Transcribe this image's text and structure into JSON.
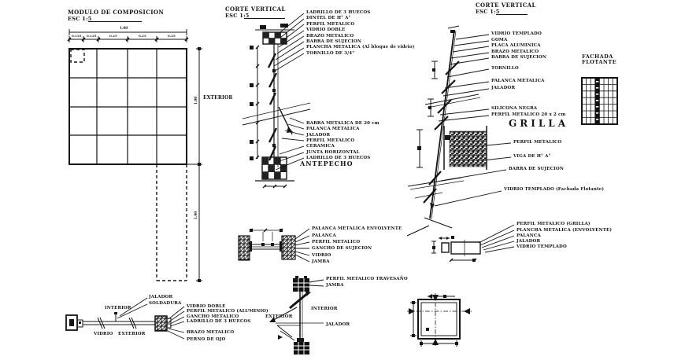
{
  "accent_color": "#151515",
  "background_color": "#ffffff",
  "modulo": {
    "title": "MODULO DE COMPOSICION",
    "esc": "ESC 1:5",
    "dim_total": "1.00",
    "dims": [
      "0.125",
      "0.125",
      "0.25",
      "0.25",
      "0.25"
    ],
    "dim_right_top": "1.00",
    "dim_right_bottom": "1.00"
  },
  "corte1": {
    "title": "CORTE VERTICAL",
    "esc": "ESC 1:5",
    "exterior": "EXTERIOR",
    "antepecho": "ANTEPECHO",
    "labels_top": [
      "LADRILLO DE 3 HUECOS",
      "DINTEL DE H° A°",
      "PERFIL METALICO",
      "VIDRIO DOBLE",
      "BRAZO METALICO",
      "BARRA DE SUJECION",
      "PLANCHA METALICA (Al bloque de vidrio)",
      "TORNILLO DE 3/4\""
    ],
    "labels_bottom": [
      "BARRA METALICA DE 20 cm",
      "PALANCA METALICA",
      "JALADOR",
      "PERFIL METALICO",
      "CERAMICA",
      "JUNTA HORIZONTAL",
      "LADRILLO DE 3 HUECOS"
    ]
  },
  "corte2": {
    "title": "CORTE VERTICAL",
    "esc": "ESC 1:5",
    "grilla": "GRILLA",
    "labels_top": [
      "VIDRIO TEMPLADO",
      "GOMA",
      "PLACA ALUMINICA",
      "BRAZO METALICO",
      "BARRA DE SUJECION",
      "TORNILLO"
    ],
    "labels_mid": [
      "PALANCA METALICA",
      "JALADOR"
    ],
    "labels_sil": [
      "SILICONA NEGRA",
      "PERFIL METALICO 20 x 2 cm"
    ],
    "labels_low": [
      "PERFIL METALICO",
      "VIGA DE H° A°",
      "BARRA DE SUJECION",
      "VIDRIO TEMPLADO (Fachada Flotante)"
    ]
  },
  "fachada": {
    "line1": "FACHADA",
    "line2": "FLOTANTE"
  },
  "jamb": {
    "labels": [
      "PALANCA METALICA ENVOLVENTE",
      "PALANCA",
      "PERFIL METALICO",
      "GANCHO DE SUJECION",
      "VIDRIO",
      "JAMBA"
    ]
  },
  "travesano": {
    "l1": "PERFIL METALICO TRAVESAÑO",
    "l2": "JAMBA",
    "interior": "INTERIOR",
    "exterior": "EXTERIOR",
    "jalador": "JALADOR"
  },
  "bottom_left": {
    "jalador": "JALADOR",
    "soldadura": "SOLDADURA",
    "interior": "INTERIOR",
    "vidrio": "VIDRIO",
    "exterior": "EXTERIOR",
    "labels_right": [
      "VIDRIO DOBLE",
      "PERFIL METALICO (ALUMINIO)",
      "GANCHO METALICO",
      "LADRILLO DE 3 HUECOS",
      "BRAZO METALICO",
      "PERNO DE OJO"
    ]
  },
  "grilla_profile": {
    "labels": [
      "PERFIL METALICO (GRILLA)",
      "PLANCHA METALICA (ENVOLVENTE)",
      "PALANCA",
      "JALADOR",
      "VIDRIO TEMPLADO"
    ]
  }
}
